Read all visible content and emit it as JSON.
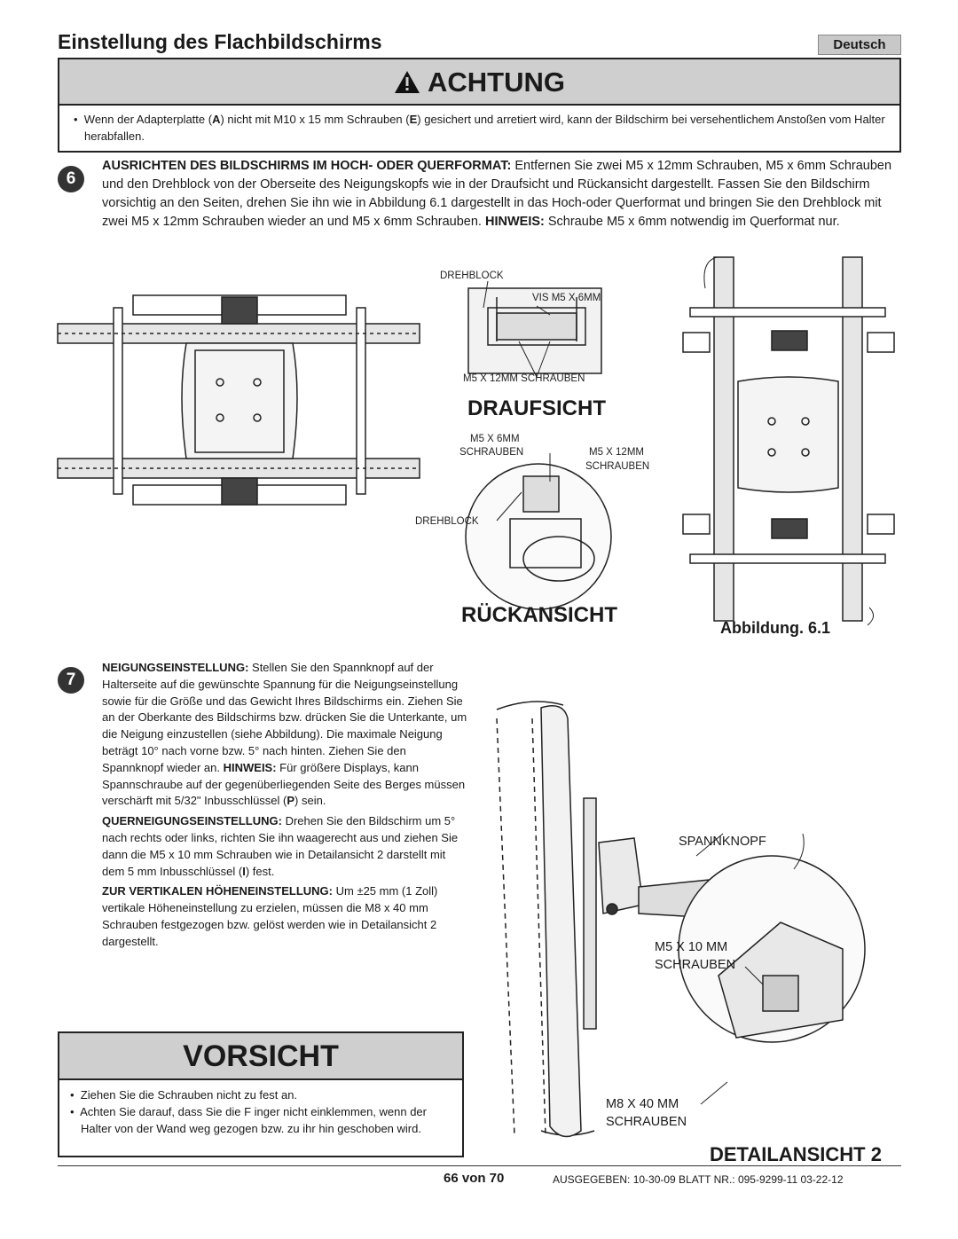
{
  "header": {
    "title": "Einstellung des Flachbildschirms",
    "language": "Deutsch"
  },
  "warning": {
    "heading": "ACHTUNG",
    "bullet_pre": "Wenn der Adapterplatte (",
    "bullet_a": "A",
    "bullet_mid": ") nicht mit M10 x 15 mm Schrauben (",
    "bullet_e": "E",
    "bullet_post": ") gesichert und arretiert wird, kann der Bildschirm bei versehentlichem Anstoßen vom Halter herabfallen."
  },
  "step6": {
    "number": "6",
    "heading": "AUSRICHTEN DES BILDSCHIRMS IM HOCH- ODER QUERFORMAT:",
    "text": " Entfernen Sie zwei M5 x 12mm Schrauben, M5 x 6mm Schrauben und den Drehblock von der Oberseite des Neigungskopfs wie in der Draufsicht und Rückansicht dargestellt. Fassen Sie den Bildschirm vorsichtig an den Seiten, drehen Sie ihn wie in Abbildung 6.1 dargestellt in das Hoch-oder Querformat und bringen Sie den Drehblock mit zwei M5 x 12mm Schrauben wieder an und M5 x 6mm Schrauben. ",
    "note_label": "HINWEIS:",
    "note_text": " Schraube M5 x 6mm notwendig im Querformat nur."
  },
  "figure61": {
    "drehblock_top": "DREHBLOCK",
    "vis_m5": "VIS M5 X 6MM",
    "m5x12_schrauben": "M5 X 12MM SCHRAUBEN",
    "draufsicht": "DRAUFSICHT",
    "m5x6": "M5 X 6MM",
    "schrauben_a": "SCHRAUBEN",
    "m5x12": "M5 X 12MM",
    "schrauben_b": "SCHRAUBEN",
    "drehblock_bottom": "DREHBLOCK",
    "rueckansicht": "RÜCKANSICHT",
    "caption": "Abbildung. 6.1"
  },
  "step7": {
    "number": "7",
    "p1_heading": "NEIGUNGSEINSTELLUNG:",
    "p1_text": " Stellen Sie den Spannknopf auf der Halterseite auf die gewünschte Spannung für die Neigungseinstellung sowie für die Größe und das Gewicht Ihres Bildschirms ein. Ziehen Sie an der Oberkante des Bildschirms bzw. drücken Sie die Unterkante, um die Neigung einzustellen (siehe Abbildung). Die maximale Neigung beträgt 10° nach vorne bzw. 5° nach hinten. Ziehen Sie den Spannknopf wieder an. ",
    "p1_note": "HINWEIS:",
    "p1_note_text": " Für größere Displays, kann Spannschraube auf der gegenüberliegenden Seite des Berges müssen verschärft mit 5/32\" Inbusschlüssel (",
    "p1_p": "P",
    "p1_end": ") sein.",
    "p2_heading": "QUERNEIGUNGSEINSTELLUNG:",
    "p2_text": " Drehen Sie den Bildschirm um 5° nach rechts oder links, richten Sie ihn waagerecht aus und ziehen Sie dann die M5 x 10 mm Schrauben wie in Detailansicht 2 darstellt mit dem 5 mm Inbusschlüssel (",
    "p2_i": "I",
    "p2_end": ") fest.",
    "p3_heading": "ZUR VERTIKALEN HÖHENEINSTELLUNG:",
    "p3_text": " Um ±25 mm (1 Zoll) vertikale Höheneinstellung zu erzielen, müssen die M8 x 40 mm Schrauben festgezogen bzw. gelöst werden wie in Detailansicht 2 dargestellt."
  },
  "caution": {
    "heading": "VORSICHT",
    "bullets": [
      "Ziehen Sie die Schrauben nicht zu fest an.",
      "Achten Sie darauf, dass Sie die F inger nicht einklemmen, wenn der Halter von der Wand weg gezogen bzw. zu ihr hin geschoben wird."
    ]
  },
  "detail2": {
    "spannknopf": "SPANNKNOPF",
    "m5x10": "M5 X 10 MM",
    "schrauben_a": "SCHRAUBEN",
    "m8x40": "M8 X 40 MM",
    "schrauben_b": "SCHRAUBEN",
    "title": "DETAILANSICHT 2"
  },
  "footer": {
    "page": "66 von 70",
    "issued": "AUSGEGEBEN: 10-30-09  BLATT NR.: 095-9299-11  03-22-12"
  }
}
